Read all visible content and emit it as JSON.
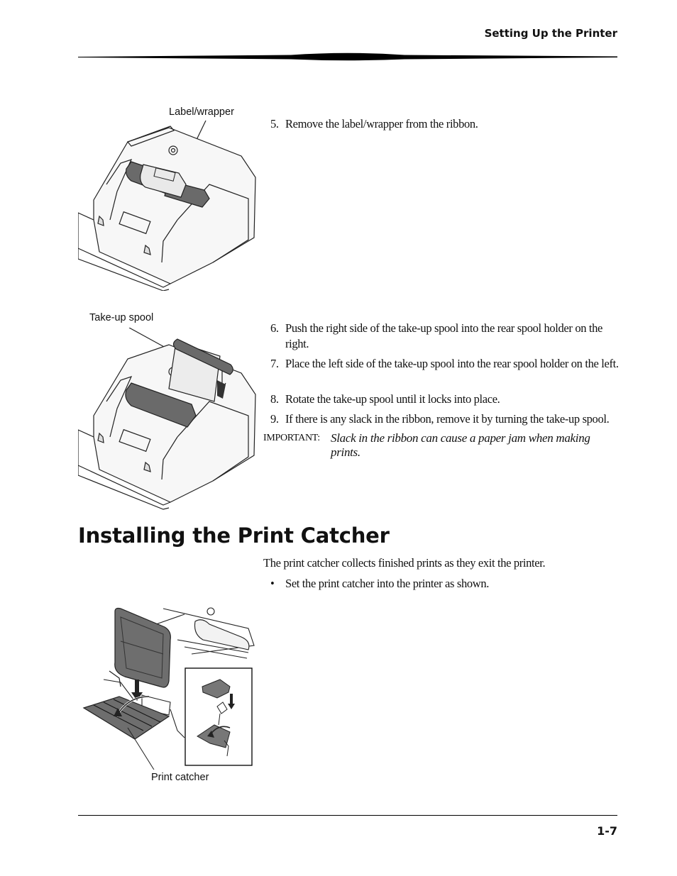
{
  "header": {
    "running_head": "Setting Up the Printer"
  },
  "figure1": {
    "callout": "Label/wrapper"
  },
  "figure2": {
    "callout": "Take-up spool"
  },
  "figure3": {
    "callout": "Print catcher"
  },
  "steps": [
    {
      "num": "5.",
      "text": "Remove the label/wrapper from the ribbon."
    },
    {
      "num": "6.",
      "text": "Push the right side of the take-up spool into the rear spool holder on the right."
    },
    {
      "num": "7.",
      "text": "Place the left side of the take-up spool into the rear spool holder on the left."
    },
    {
      "num": "8.",
      "text": "Rotate the take-up spool until it locks into place."
    },
    {
      "num": "9.",
      "text": "If there is any slack in the ribbon, remove it by turning the take-up spool."
    }
  ],
  "important": {
    "label": "IMPORTANT:",
    "text": "Slack in the ribbon can cause a paper jam when making prints."
  },
  "section": {
    "title": "Installing the Print Catcher",
    "intro": "The print catcher collects finished prints as they exit the printer.",
    "bullet": "Set the print catcher into the printer as shown."
  },
  "footer": {
    "page_number": "1-7"
  }
}
